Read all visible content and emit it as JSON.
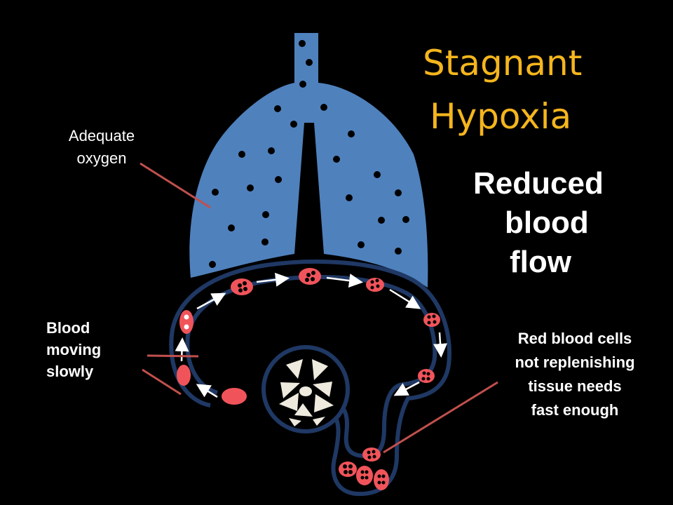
{
  "title": {
    "line1": "Stagnant",
    "line2": "Hypoxia"
  },
  "subtitle": {
    "line1": "Reduced",
    "line2": "blood",
    "line3": "flow"
  },
  "labels": {
    "adequate_oxygen": {
      "line1": "Adequate",
      "line2": "oxygen"
    },
    "blood_moving_slowly": {
      "line1": "Blood",
      "line2": "moving",
      "line3": "slowly"
    },
    "rbc_note": {
      "line1": "Red blood cells",
      "line2": "not replenishing",
      "line3": "tissue needs",
      "line4": "fast enough"
    }
  },
  "colors": {
    "lung": "#4f81bd",
    "vessel_outline": "#1f3864",
    "red_cell": "#f0545a",
    "title": "#f5b51d",
    "arrow": "#ffffff",
    "pointer": "#c0504d",
    "tissue_cells": "#eeeadd"
  }
}
